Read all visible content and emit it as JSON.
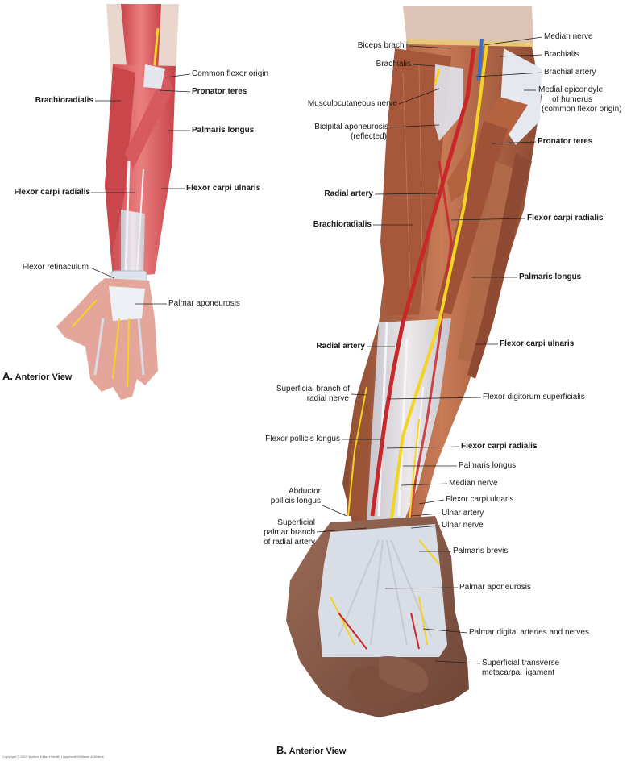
{
  "panel_a": {
    "caption_letter": "A.",
    "caption_text": "Anterior View",
    "labels": {
      "common_flexor_origin": "Common flexor origin",
      "brachioradialis": "Brachioradialis",
      "pronator_teres": "Pronator teres",
      "palmaris_longus": "Palmaris longus",
      "flexor_carpi_radialis": "Flexor carpi radialis",
      "flexor_carpi_ulnaris": "Flexor carpi ulnaris",
      "flexor_retinaculum": "Flexor retinaculum",
      "palmar_aponeurosis": "Palmar aponeurosis"
    }
  },
  "panel_b": {
    "caption_letter": "B.",
    "caption_text": "Anterior View",
    "labels": {
      "median_nerve_top": "Median nerve",
      "biceps_brachii": "Biceps brachii",
      "brachialis_left": "Brachialis",
      "brachialis_right": "Brachialis",
      "brachial_artery": "Brachial artery",
      "medial_epicondyle_1": "Medial epicondyle",
      "medial_epicondyle_2": "of humerus",
      "medial_epicondyle_3": "(common flexor origin)",
      "musculocutaneous_nerve": "Musculocutaneous nerve",
      "bicipital_aponeurosis_1": "Bicipital aponeurosis",
      "bicipital_aponeurosis_2": "(reflected)",
      "pronator_teres": "Pronator teres",
      "radial_artery_upper": "Radial artery",
      "brachioradialis": "Brachioradialis",
      "flexor_carpi_radialis_upper": "Flexor carpi radialis",
      "palmaris_longus_upper": "Palmaris longus",
      "radial_artery_lower": "Radial artery",
      "flexor_carpi_ulnaris_upper": "Flexor carpi ulnaris",
      "superficial_branch_radial_1": "Superficial branch of",
      "superficial_branch_radial_2": "radial nerve",
      "flexor_digitorum_superficialis": "Flexor digitorum superficialis",
      "flexor_pollicis_longus": "Flexor pollicis longus",
      "flexor_carpi_radialis_lower": "Flexor carpi radialis",
      "palmaris_longus_lower": "Palmaris longus",
      "median_nerve_lower": "Median nerve",
      "abductor_pollicis_1": "Abductor",
      "abductor_pollicis_2": "pollicis longus",
      "flexor_carpi_ulnaris_lower": "Flexor carpi ulnaris",
      "ulnar_artery": "Ulnar artery",
      "superficial_palmar_branch_1": "Superficial",
      "superficial_palmar_branch_2": "palmar branch",
      "superficial_palmar_branch_3": "of radial artery",
      "ulnar_nerve": "Ulnar nerve",
      "palmaris_brevis": "Palmaris brevis",
      "palmar_aponeurosis": "Palmar aponeurosis",
      "palmar_digital": "Palmar digital arteries and nerves",
      "superficial_transverse_1": "Superficial transverse",
      "superficial_transverse_2": "metacarpal ligament"
    }
  },
  "copyright": "Copyright © 2013 Wolters Kluwer Health | Lippincott Williams & Wilkins",
  "colors": {
    "muscle_red": "#d9545a",
    "muscle_brown": "#a8583a",
    "tendon": "#dfe3ec",
    "artery": "#c8282a",
    "nerve": "#f1d424",
    "vein": "#3a6fc4",
    "skin": "#8a5a48"
  }
}
